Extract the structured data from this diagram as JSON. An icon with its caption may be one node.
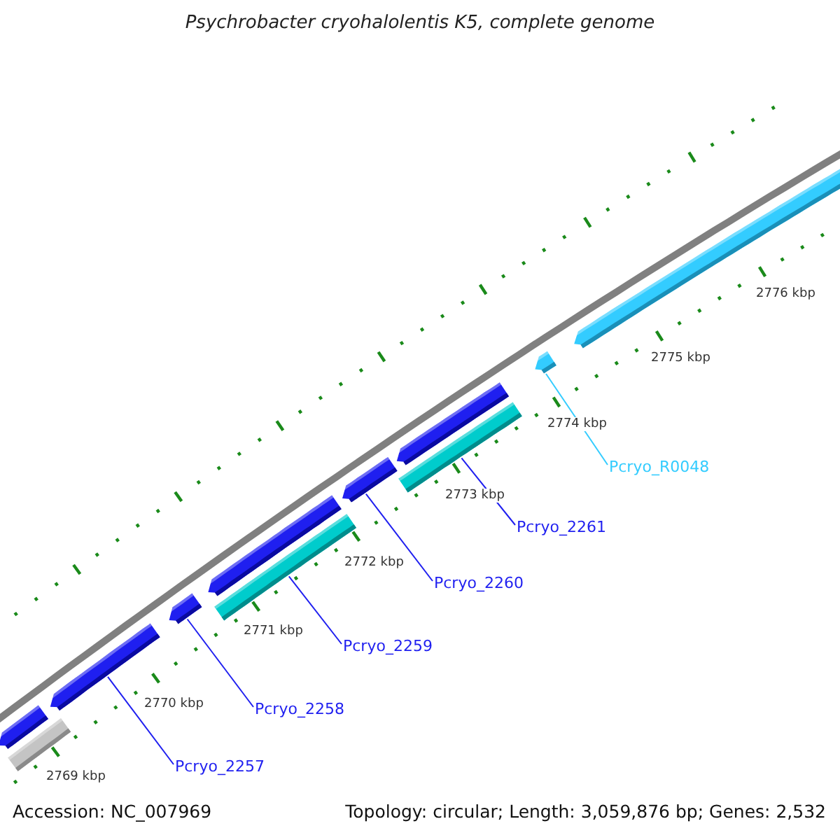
{
  "diagram": {
    "title": "Psychrobacter cryohalolentis K5, complete genome",
    "nodes": [
      {
        "text": [
          "Pcryo_2257"
        ]
      },
      {
        "text": [
          "Pcryo_2258"
        ]
      },
      {
        "text": [
          "Pcryo_2259"
        ]
      },
      {
        "text": [
          "Pcryo_2260"
        ]
      },
      {
        "text": [
          "Pcryo_2261"
        ]
      },
      {
        "text": [
          "Pcryo_R0048"
        ]
      },
      {
        "text": [],
        "shape": "arrow"
      },
      {
        "text": [],
        "shape": "bar"
      },
      {
        "text": [],
        "shape": "arrow"
      },
      {
        "text": [],
        "shape": "arrow"
      },
      {
        "text": [],
        "shape": "bar"
      },
      {
        "text": [],
        "shape": "arrow"
      },
      {
        "text": [],
        "shape": "arrow"
      },
      {
        "text": [],
        "shape": "bar"
      },
      {
        "text": [],
        "shape": "arrow"
      },
      {
        "text": [],
        "shape": "arrow"
      },
      {
        "text": [],
        "shape": "arrow"
      }
    ],
    "edges": [
      {
        "from": 0,
        "to": 8,
        "arrow": "none"
      },
      {
        "from": 1,
        "to": 9,
        "arrow": "none"
      },
      {
        "from": 2,
        "to": 10,
        "arrow": "none"
      },
      {
        "from": 3,
        "to": 12,
        "arrow": "none"
      },
      {
        "from": 4,
        "to": 13,
        "arrow": "none"
      },
      {
        "from": 5,
        "to": 15,
        "arrow": "none",
        "color": "#33ccff"
      }
    ],
    "labels": [
      "2769 kbp",
      "2770 kbp",
      "2771 kbp",
      "2772 kbp",
      "2773 kbp",
      "2774 kbp",
      "2775 kbp",
      "2776 kbp",
      "Accession: NC_007969",
      "Topology: circular; Length: 3,059,876 bp; Genes: 2,532"
    ]
  }
}
